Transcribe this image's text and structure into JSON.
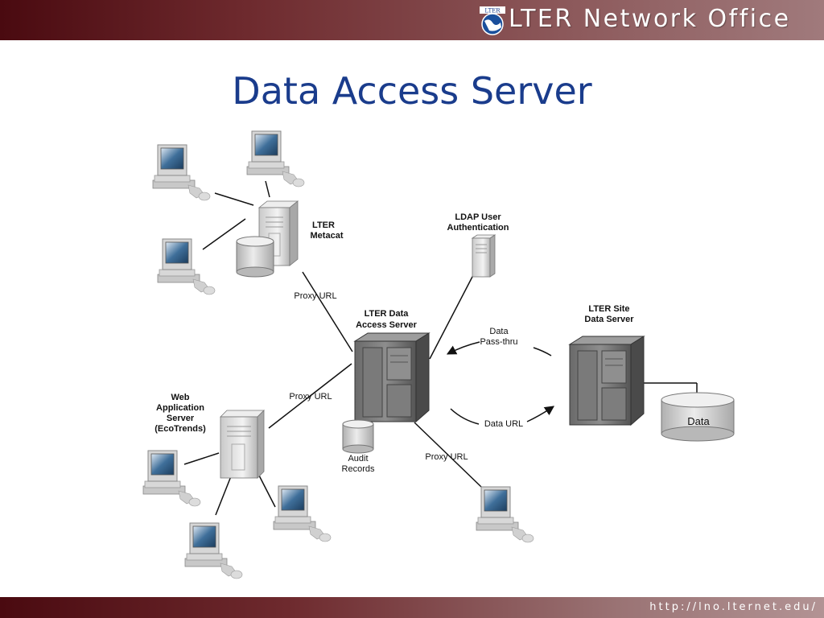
{
  "header": {
    "brand": "LTER Network Office",
    "logo_text": "LTER"
  },
  "title": "Data Access Server",
  "footer": {
    "url": "http://lno.lternet.edu/"
  },
  "diagram": {
    "metacat": [
      "LTER",
      "Metacat"
    ],
    "ldap": [
      "LDAP User",
      "Authentication"
    ],
    "das": [
      "LTER Data",
      "Access Server"
    ],
    "site": [
      "LTER Site",
      "Data Server"
    ],
    "webapp": [
      "Web",
      "Application",
      "Server",
      "(EcoTrends)"
    ],
    "proxy_url": "Proxy URL",
    "data_passthru": [
      "Data",
      "Pass-thru"
    ],
    "data_url": "Data URL",
    "audit": [
      "Audit",
      "Records"
    ],
    "data_db": "Data"
  },
  "colors": {
    "title": "#1a3c8c",
    "bar_dark": "#4a0a10",
    "bar_light": "#a07a7c"
  }
}
